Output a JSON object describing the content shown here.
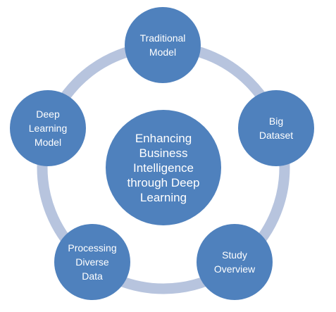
{
  "diagram": {
    "center": "Enhancing\nBusiness\nIntelligence\nthrough Deep\nLearning",
    "nodes": [
      "Traditional\nModel",
      "Big\nDataset",
      "Study\nOverview",
      "Processing\nDiverse\nData",
      "Deep\nLearning\nModel"
    ]
  },
  "colors": {
    "node_fill": "#4f81bd",
    "ring": "#b7c4de",
    "text": "#ffffff"
  }
}
